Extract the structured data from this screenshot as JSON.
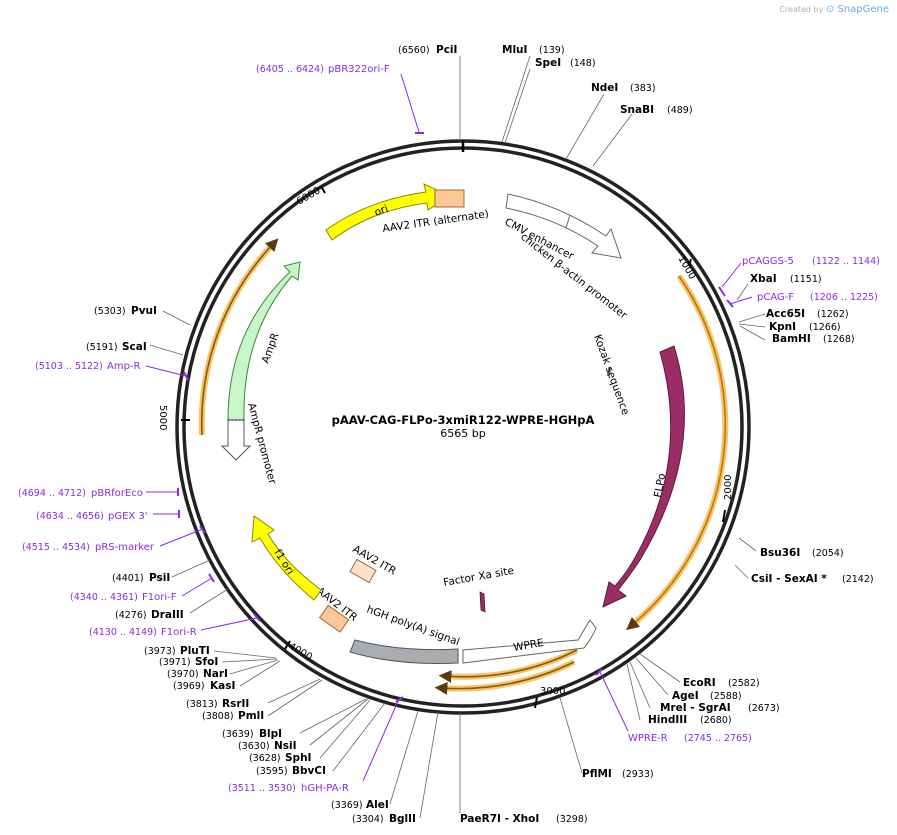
{
  "credit": {
    "created_by": "Created by",
    "brand": "SnapGene"
  },
  "plasmid": {
    "name": "pAAV-CAG-FLPo-3xmiR122-WPRE-HGHpA",
    "length_label": "6565 bp",
    "length": 6565
  },
  "ticks": [
    {
      "label": "1000",
      "pos": 1000
    },
    {
      "label": "2000",
      "pos": 2000
    },
    {
      "label": "3000",
      "pos": 3000
    },
    {
      "label": "4000",
      "pos": 4000
    },
    {
      "label": "5000",
      "pos": 5000
    },
    {
      "label": "6000",
      "pos": 6000
    }
  ],
  "features": [
    {
      "label": "ori",
      "color": "#ffff00",
      "stroke": "#8a8a00"
    },
    {
      "label": "AAV2 ITR (alternate)",
      "color": "#fbc896"
    },
    {
      "label": "CMV enhancer",
      "color": "#ffffff"
    },
    {
      "label": "chicken β-actin promoter",
      "color": "#ffffff"
    },
    {
      "label": "Kozak sequence",
      "color": "#999999"
    },
    {
      "label": "FLPo",
      "color": "#9b2d66"
    },
    {
      "label": "WPRE",
      "color": "#ffffff"
    },
    {
      "label": "hGH poly(A) signal",
      "color": "#a9adb2"
    },
    {
      "label": "AAV2 ITR",
      "color": "#fbc896"
    },
    {
      "label": "AAV2 ITR",
      "color": "#fde1c8"
    },
    {
      "label": "Factor Xa site",
      "color": "#9b2d66"
    },
    {
      "label": "f1 ori",
      "color": "#ffff00"
    },
    {
      "label": "AmpR",
      "color": "#c8f6c8"
    },
    {
      "label": "AmpR promoter",
      "color": "#ffffff"
    }
  ],
  "sites": [
    {
      "name": "PciI",
      "pos": "(6560)"
    },
    {
      "name": "MluI",
      "pos": "(139)"
    },
    {
      "name": "SpeI",
      "pos": "(148)"
    },
    {
      "name": "NdeI",
      "pos": "(383)"
    },
    {
      "name": "SnaBI",
      "pos": "(489)"
    },
    {
      "name": "XbaI",
      "pos": "(1151)"
    },
    {
      "name": "Acc65I",
      "pos": "(1262)"
    },
    {
      "name": "KpnI",
      "pos": "(1266)"
    },
    {
      "name": "BamHI",
      "pos": "(1268)"
    },
    {
      "name": "Bsu36I",
      "pos": "(2054)"
    },
    {
      "name": "CsiI - SexAI *",
      "pos": "(2142)"
    },
    {
      "name": "EcoRI",
      "pos": "(2582)"
    },
    {
      "name": "AgeI",
      "pos": "(2588)"
    },
    {
      "name": "MreI - SgrAI",
      "pos": "(2673)"
    },
    {
      "name": "HindIII",
      "pos": "(2680)"
    },
    {
      "name": "PflMI",
      "pos": "(2933)"
    },
    {
      "name": "PaeR7I - XhoI",
      "pos": "(3298)"
    },
    {
      "name": "BglII",
      "pos": "(3304)"
    },
    {
      "name": "AleI",
      "pos": "(3369)"
    },
    {
      "name": "BbvCI",
      "pos": "(3595)"
    },
    {
      "name": "SphI",
      "pos": "(3628)"
    },
    {
      "name": "NsiI",
      "pos": "(3630)"
    },
    {
      "name": "BlpI",
      "pos": "(3639)"
    },
    {
      "name": "PmlI",
      "pos": "(3808)"
    },
    {
      "name": "RsrII",
      "pos": "(3813)"
    },
    {
      "name": "KasI",
      "pos": "(3969)"
    },
    {
      "name": "NarI",
      "pos": "(3970)"
    },
    {
      "name": "SfoI",
      "pos": "(3971)"
    },
    {
      "name": "PluTI",
      "pos": "(3973)"
    },
    {
      "name": "DraIII",
      "pos": "(4276)"
    },
    {
      "name": "PsiI",
      "pos": "(4401)"
    },
    {
      "name": "ScaI",
      "pos": "(5191)"
    },
    {
      "name": "PvuI",
      "pos": "(5303)"
    }
  ],
  "primers": [
    {
      "name": "pBR322ori-F",
      "range": "(6405 .. 6424)"
    },
    {
      "name": "pCAGGS-5",
      "range": "(1122 .. 1144)"
    },
    {
      "name": "pCAG-F",
      "range": "(1206 .. 1225)"
    },
    {
      "name": "WPRE-R",
      "range": "(2745 .. 2765)"
    },
    {
      "name": "hGH-PA-R",
      "range": "(3511 .. 3530)"
    },
    {
      "name": "F1ori-R",
      "range": "(4130 .. 4149)"
    },
    {
      "name": "F1ori-F",
      "range": "(4340 .. 4361)"
    },
    {
      "name": "pRS-marker",
      "range": "(4515 .. 4534)"
    },
    {
      "name": "pGEX 3'",
      "range": "(4634 .. 4656)"
    },
    {
      "name": "pBRforEco",
      "range": "(4694 .. 4712)"
    },
    {
      "name": "Amp-R",
      "range": "(5103 .. 5122)"
    }
  ]
}
